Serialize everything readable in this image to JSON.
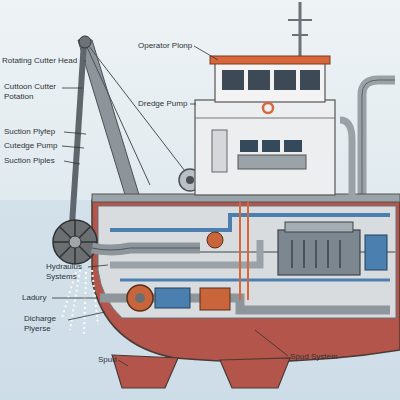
{
  "diagram": {
    "labels": [
      "Operator Plonp",
      "Rotating Cutter Head",
      "Cuttoon Cutter Potation",
      "Suction Plyfep",
      "Cutedge Pump",
      "Suction Piples",
      "Dredge Pump",
      "Hydraulus Systems",
      "Ladury",
      "Dicharge Plyerse",
      "Spud",
      "Spud System"
    ]
  }
}
